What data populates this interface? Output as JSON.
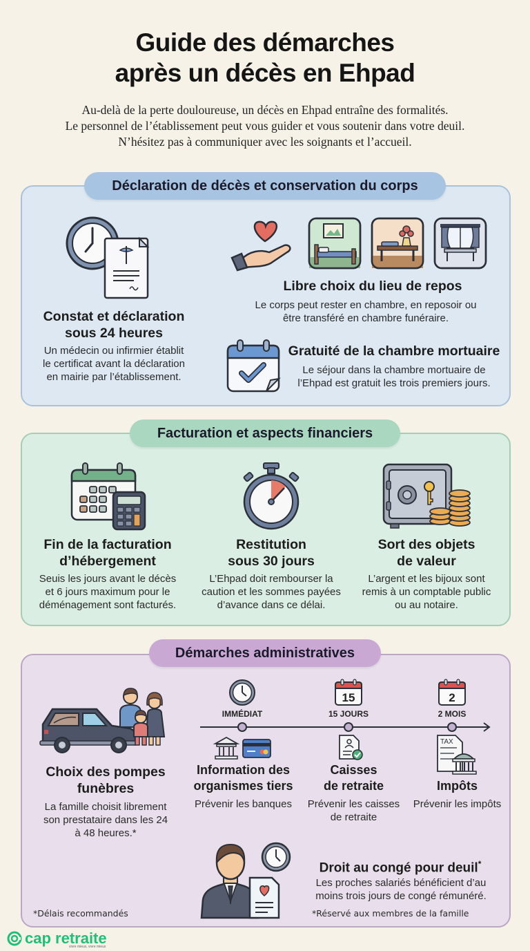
{
  "header": {
    "title_line1": "Guide des démarches",
    "title_line2": "après un décès en Ehpad",
    "intro_line1": "Au-delà de la perte douloureuse, un décès en Ehpad entraîne des formalités.",
    "intro_line2": "Le personnel de l’établissement peut vous guider et vous soutenir dans votre deuil.",
    "intro_line3": "N’hésitez pas à communiquer avec les soignants et l’accueil."
  },
  "sections": {
    "declaration": {
      "title": "Déclaration de décès et conservation du corps",
      "color": "#a7c4e2",
      "items": [
        {
          "icon": "clock-certificate-icon",
          "title_line1": "Constat et déclaration",
          "title_line2": "sous 24 heures",
          "text_line1": "Un médecin ou infirmier établit",
          "text_line2": "le certificat avant la déclaration",
          "text_line3": "en mairie par l’établissement."
        },
        {
          "icon": "heart-hand-icon",
          "title": "Libre choix du lieu de repos",
          "text_line1": "Le corps peut rester en chambre, en reposoir ou",
          "text_line2": "être transféré en chambre funéraire."
        },
        {
          "icon": "calendar-check-icon",
          "title": "Gratuité de la chambre mortuaire",
          "text_line1": "Le séjour dans la chambre mortuaire de",
          "text_line2": "l’Ehpad est gratuit les trois premiers jours."
        }
      ]
    },
    "finance": {
      "title": "Facturation et aspects financiers",
      "color": "#a9d7bf",
      "items": [
        {
          "icon": "calendar-calculator-icon",
          "title_line1": "Fin de la facturation",
          "title_line2": "d’hébergement",
          "text_line1": "Seuis les jours avant le décès",
          "text_line2": "et 6 jours maximum pour le",
          "text_line3": "déménagement sont facturés."
        },
        {
          "icon": "stopwatch-icon",
          "title_line1": "Restitution",
          "title_line2": "sous 30 jours",
          "text_line1": "L’Ehpad doit rembourser la",
          "text_line2": "caution et les sommes payées",
          "text_line3": "d’avance dans ce délai."
        },
        {
          "icon": "safe-coins-icon",
          "title_line1": "Sort des objets",
          "title_line2": "de valeur",
          "text_line1": "L’argent et les bijoux sont",
          "text_line2": "remis à un comptable public",
          "text_line3": "ou au notaire."
        }
      ]
    },
    "admin": {
      "title": "Démarches administratives",
      "color": "#c9a9d4",
      "funeral": {
        "icon": "hearse-family-icon",
        "title_line1": "Choix des pompes",
        "title_line2": "funèbres",
        "text_line1": "La famille choisit librement",
        "text_line2": "son prestataire dans les 24",
        "text_line3": "à 48 heures.*"
      },
      "timeline": [
        {
          "label": "IMMÉDIAT",
          "top_icon": "clock-icon",
          "icon": "bank-card-icon",
          "title_line1": "Information des",
          "title_line2": "organismes tiers",
          "text_line1": "Prévenir les banques",
          "text_line2": ""
        },
        {
          "label": "15 JOURS",
          "calendar_number": "15",
          "top_icon": "calendar-icon",
          "icon": "document-check-icon",
          "title_line1": "Caisses",
          "title_line2": "de retraite",
          "text_line1": "Prévenir les caisses",
          "text_line2": "de retraite"
        },
        {
          "label": "2 MOIS",
          "calendar_number": "2",
          "top_icon": "calendar-icon",
          "icon": "tax-building-icon",
          "title_line1": "",
          "title_line2": "Impôts",
          "text_line1": "Prévenir les impôts",
          "text_line2": ""
        }
      ],
      "leave": {
        "icon": "employee-clock-icon",
        "title": "Droit au congé pour deuil",
        "title_mark": "*",
        "text_line1": "Les proches salariés bénéficient d’au",
        "text_line2": "moins trois jours de congé rémunéré.",
        "note": "*Réservé aux membres de la famille"
      },
      "footnote": "*Délais recommandés"
    }
  },
  "footer": {
    "logo_text": "cap retraite",
    "tagline": "vivre mieux, vivre mieux",
    "brand_color": "#1fbf77"
  }
}
